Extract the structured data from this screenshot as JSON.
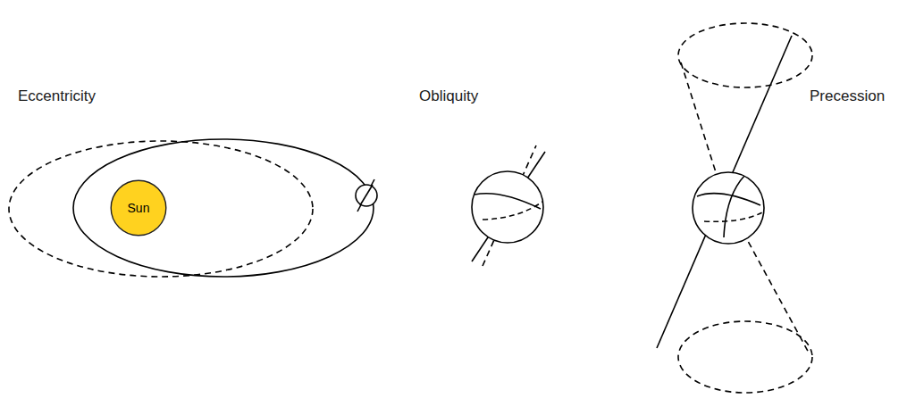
{
  "diagram": {
    "nodes": [
      {
        "text": [
          "Sun"
        ]
      }
    ],
    "labels": [
      "Eccentricity",
      "Obliquity",
      "Precession"
    ]
  }
}
